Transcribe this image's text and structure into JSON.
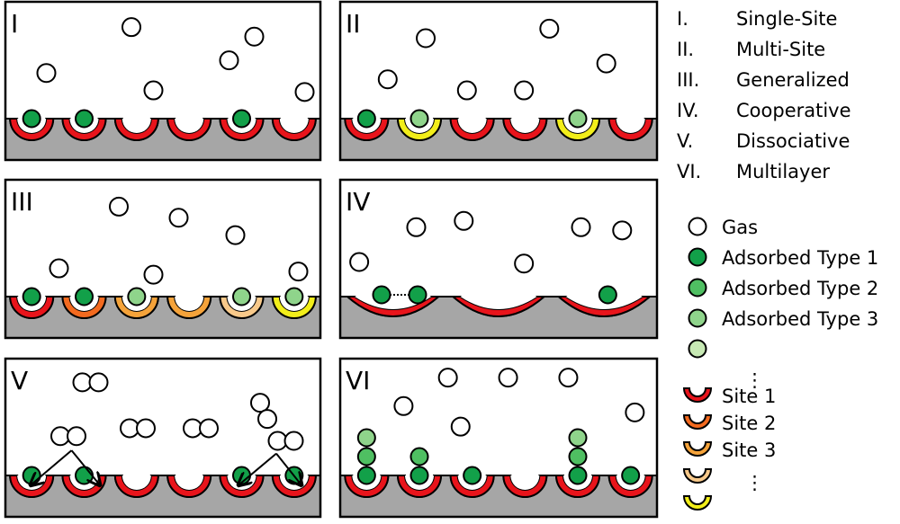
{
  "colors": {
    "surface": "#a6a6a6",
    "site1": "#e8141b",
    "site2": "#f36a1f",
    "site3": "#f5a33a",
    "site4": "#f8c98a",
    "site5": "#f2ee1a",
    "ads1": "#12a049",
    "ads2": "#4fbf62",
    "ads3": "#8fd48b",
    "ads4": "#c7e9b4",
    "gas": "#ffffff",
    "stroke": "#000000"
  },
  "panels": [
    {
      "id": "I",
      "numeral": "I",
      "surface": "pits",
      "sites": [
        "site1",
        "site1",
        "site1",
        "site1",
        "site1",
        "site1"
      ],
      "adsorbed": [
        "ads1",
        "ads1",
        null,
        null,
        "ads1",
        null
      ],
      "gas": [
        [
          0.13,
          0.45
        ],
        [
          0.4,
          0.16
        ],
        [
          0.47,
          0.56
        ],
        [
          0.71,
          0.37
        ],
        [
          0.79,
          0.22
        ],
        [
          0.95,
          0.57
        ]
      ]
    },
    {
      "id": "II",
      "numeral": "II",
      "surface": "pits",
      "sites": [
        "site1",
        "site5",
        "site1",
        "site1",
        "site5",
        "site1"
      ],
      "adsorbed": [
        "ads1",
        "ads3",
        null,
        null,
        "ads3",
        null
      ],
      "gas": [
        [
          0.15,
          0.49
        ],
        [
          0.27,
          0.23
        ],
        [
          0.4,
          0.56
        ],
        [
          0.58,
          0.56
        ],
        [
          0.66,
          0.17
        ],
        [
          0.84,
          0.39
        ]
      ]
    },
    {
      "id": "III",
      "numeral": "III",
      "surface": "pits",
      "sites": [
        "site1",
        "site2",
        "site3",
        "site3",
        "site4",
        "site5"
      ],
      "adsorbed": [
        "ads1",
        "ads1",
        "ads3",
        null,
        "ads3",
        "ads3"
      ],
      "gas": [
        [
          0.17,
          0.56
        ],
        [
          0.36,
          0.17
        ],
        [
          0.47,
          0.6
        ],
        [
          0.55,
          0.24
        ],
        [
          0.73,
          0.35
        ],
        [
          0.93,
          0.58
        ]
      ]
    },
    {
      "id": "IV",
      "numeral": "IV",
      "surface": "wide",
      "sites": [
        "site1",
        "site1",
        "site1"
      ],
      "adsorbed": [
        [
          "ads1",
          "ads1"
        ],
        null,
        [
          "ads1"
        ]
      ],
      "gas": [
        [
          0.06,
          0.52
        ],
        [
          0.24,
          0.3
        ],
        [
          0.39,
          0.26
        ],
        [
          0.58,
          0.53
        ],
        [
          0.76,
          0.3
        ],
        [
          0.89,
          0.32
        ]
      ]
    },
    {
      "id": "V",
      "numeral": "V",
      "surface": "pits",
      "sites": [
        "site1",
        "site1",
        "site1",
        "site1",
        "site1",
        "site1"
      ],
      "adsorbed": [
        "ads1",
        "ads1",
        null,
        null,
        "ads1",
        "ads1"
      ],
      "gas": [
        [
          0.27,
          0.15,
          "pair"
        ],
        [
          0.62,
          0.44,
          "pair"
        ],
        [
          0.82,
          0.33,
          "vpair"
        ],
        [
          0.2,
          0.49,
          "pair"
        ],
        [
          0.42,
          0.44,
          "pair"
        ],
        [
          0.89,
          0.52,
          "pair"
        ]
      ],
      "arrows": [
        [
          0.21,
          0.58,
          0.08,
          0.8
        ],
        [
          0.21,
          0.58,
          0.3,
          0.8
        ],
        [
          0.86,
          0.6,
          0.74,
          0.8
        ],
        [
          0.86,
          0.6,
          0.94,
          0.8
        ]
      ]
    },
    {
      "id": "VI",
      "numeral": "VI",
      "surface": "pits",
      "sites": [
        "site1",
        "site1",
        "site1",
        "site1",
        "site1",
        "site1"
      ],
      "adsorbed": [
        [
          "ads1",
          "ads2",
          "ads3"
        ],
        [
          "ads1",
          "ads2"
        ],
        [
          "ads1"
        ],
        null,
        [
          "ads1",
          "ads2",
          "ads3"
        ],
        [
          "ads1"
        ]
      ],
      "gas": [
        [
          0.2,
          0.3
        ],
        [
          0.34,
          0.12
        ],
        [
          0.38,
          0.43
        ],
        [
          0.53,
          0.12
        ],
        [
          0.72,
          0.12
        ],
        [
          0.93,
          0.34
        ]
      ]
    }
  ],
  "legend": {
    "isotherms": [
      {
        "numeral": "I.",
        "label": "Single-Site"
      },
      {
        "numeral": "II.",
        "label": "Multi-Site"
      },
      {
        "numeral": "III.",
        "label": "Generalized"
      },
      {
        "numeral": "IV.",
        "label": "Cooperative"
      },
      {
        "numeral": "V.",
        "label": "Dissociative"
      },
      {
        "numeral": "VI.",
        "label": "Multilayer"
      }
    ],
    "species": [
      {
        "fill": "gas",
        "label": "Gas"
      },
      {
        "fill": "ads1",
        "label": "Adsorbed Type 1"
      },
      {
        "fill": "ads2",
        "label": "Adsorbed Type 2"
      },
      {
        "fill": "ads3",
        "label": "Adsorbed Type 3"
      },
      {
        "fill": "ads4",
        "label": "⋮"
      }
    ],
    "sites": [
      {
        "fill": "site1",
        "label": "Site 1"
      },
      {
        "fill": "site2",
        "label": "Site 2"
      },
      {
        "fill": "site3",
        "label": "Site 3"
      },
      {
        "fill": "site4",
        "label": "⋮"
      },
      {
        "fill": "site5",
        "label": ""
      }
    ]
  }
}
